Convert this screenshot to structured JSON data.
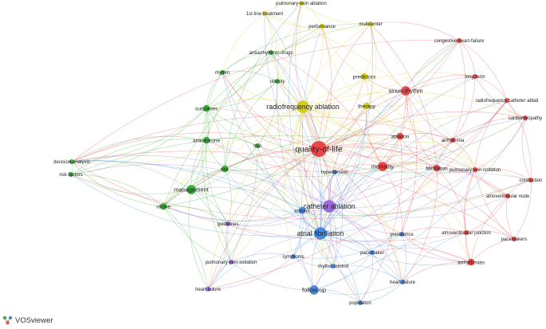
{
  "app": {
    "name": "VOSviewer"
  },
  "colors": {
    "cluster1": "#e8474a",
    "cluster2": "#3aae3a",
    "cluster3": "#4b8ad6",
    "cluster4": "#d6cc1e",
    "cluster5": "#9b6ad8"
  },
  "nodes": [
    {
      "label": "pulmonary-vein ablation",
      "cluster": 4,
      "weight": 1
    },
    {
      "label": "1st-line treatment",
      "cluster": 4,
      "weight": 1
    },
    {
      "label": "performance",
      "cluster": 4,
      "weight": 1
    },
    {
      "label": "multicenter",
      "cluster": 4,
      "weight": 1
    },
    {
      "label": "congestive-heart-failure",
      "cluster": 1,
      "weight": 1
    },
    {
      "label": "antiarrhythmic-drugs",
      "cluster": 2,
      "weight": 1
    },
    {
      "label": "rhythm",
      "cluster": 2,
      "weight": 1
    },
    {
      "label": "obesity",
      "cluster": 2,
      "weight": 1
    },
    {
      "label": "predictors",
      "cluster": 4,
      "weight": 2
    },
    {
      "label": "long-term",
      "cluster": 1,
      "weight": 1
    },
    {
      "label": "sinus-rhythm",
      "cluster": 1,
      "weight": 3
    },
    {
      "label": "outcomes",
      "cluster": 2,
      "weight": 2
    },
    {
      "label": "radiofrequency ablation",
      "cluster": 4,
      "weight": 4
    },
    {
      "label": "therapy",
      "cluster": 4,
      "weight": 2
    },
    {
      "label": "radiofrequency catheter ablati",
      "cluster": 1,
      "weight": 1
    },
    {
      "label": "cardiomyopathy",
      "cluster": 1,
      "weight": 1
    },
    {
      "label": "amiodarone",
      "cluster": 2,
      "weight": 2
    },
    {
      "label": "trial",
      "cluster": 2,
      "weight": 1
    },
    {
      "label": "quality-of-life",
      "cluster": 1,
      "weight": 5
    },
    {
      "label": "ablation",
      "cluster": 1,
      "weight": 2
    },
    {
      "label": "arrhythmia",
      "cluster": 1,
      "weight": 1
    },
    {
      "label": "decision-analysis",
      "cluster": 2,
      "weight": 1
    },
    {
      "label": "risk-factors",
      "cluster": 2,
      "weight": 1
    },
    {
      "label": "risk",
      "cluster": 2,
      "weight": 2
    },
    {
      "label": "mortality",
      "cluster": 1,
      "weight": 3
    },
    {
      "label": "fibrillation",
      "cluster": 1,
      "weight": 2
    },
    {
      "label": "pulmonary vein isolation",
      "cluster": 1,
      "weight": 1
    },
    {
      "label": "hypertension",
      "cluster": 3,
      "weight": 1
    },
    {
      "label": "conduction",
      "cluster": 1,
      "weight": 1
    },
    {
      "label": "management",
      "cluster": 2,
      "weight": 3
    },
    {
      "label": "atrioventricular node",
      "cluster": 1,
      "weight": 1
    },
    {
      "label": "catheter ablation",
      "cluster": 5,
      "weight": 4
    },
    {
      "label": "stroke",
      "cluster": 2,
      "weight": 2
    },
    {
      "label": "impact",
      "cluster": 3,
      "weight": 2
    },
    {
      "label": "guidelines",
      "cluster": 5,
      "weight": 1
    },
    {
      "label": "atrial fibrillation",
      "cluster": 3,
      "weight": 4
    },
    {
      "label": "atrioventricular junction",
      "cluster": 1,
      "weight": 1
    },
    {
      "label": "prevalence",
      "cluster": 3,
      "weight": 1
    },
    {
      "label": "pacemakers",
      "cluster": 1,
      "weight": 1
    },
    {
      "label": "pacemaker",
      "cluster": 3,
      "weight": 1
    },
    {
      "label": "symptoms",
      "cluster": 3,
      "weight": 1
    },
    {
      "label": "pulmonary-vein isolation",
      "cluster": 5,
      "weight": 1
    },
    {
      "label": "rhythm control",
      "cluster": 3,
      "weight": 1
    },
    {
      "label": "arrhythmias",
      "cluster": 1,
      "weight": 2
    },
    {
      "label": "heart-failure",
      "cluster": 3,
      "weight": 1
    },
    {
      "label": "heart failure",
      "cluster": 5,
      "weight": 1
    },
    {
      "label": "follow-up",
      "cluster": 3,
      "weight": 3
    },
    {
      "label": "population",
      "cluster": 3,
      "weight": 1
    }
  ]
}
